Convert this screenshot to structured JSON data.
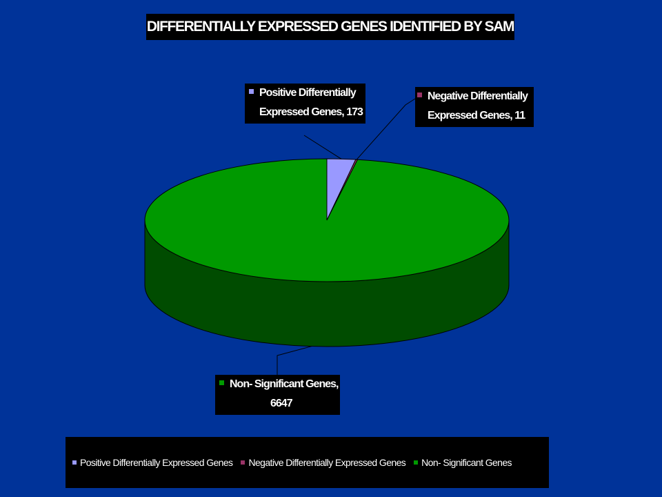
{
  "title": "DIFFERENTIALLY EXPRESSED GENES IDENTIFIED BY SAM",
  "colors": {
    "background": "#003399",
    "positive": "#9999FF",
    "negative": "#993366",
    "nonsig_top": "#009900",
    "nonsig_side": "#004C00"
  },
  "labels": {
    "positive": {
      "line1": "Positive Differentially",
      "line2": "Expressed Genes, 173"
    },
    "negative": {
      "line1": "Negative Differentially",
      "line2": "Expressed Genes, 11"
    },
    "nonsig": {
      "line1": "Non- Significant Genes,",
      "line2": "6647"
    }
  },
  "legend": [
    {
      "label": "Positive Differentially Expressed Genes",
      "color": "#9999FF"
    },
    {
      "label": "Negative Differentially Expressed Genes",
      "color": "#993366"
    },
    {
      "label": "Non- Significant Genes",
      "color": "#009900"
    }
  ],
  "chart_data": {
    "type": "pie",
    "title": "DIFFERENTIALLY EXPRESSED GENES IDENTIFIED BY SAM",
    "categories": [
      "Positive Differentially Expressed Genes",
      "Negative Differentially Expressed Genes",
      "Non- Significant Genes"
    ],
    "values": [
      173,
      11,
      6647
    ],
    "legend_position": "bottom",
    "style": "3d"
  }
}
